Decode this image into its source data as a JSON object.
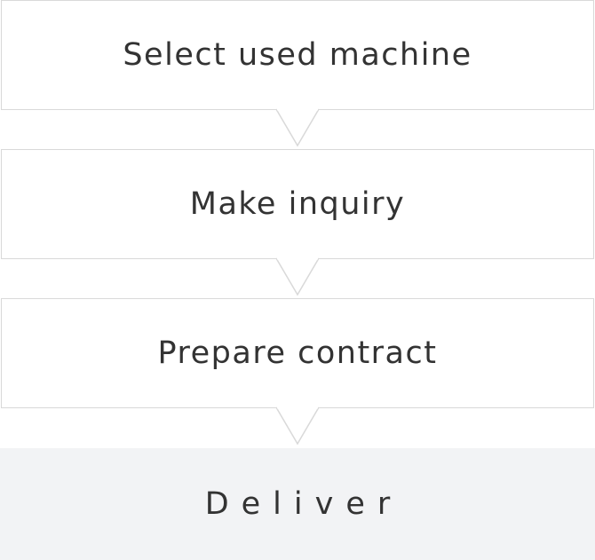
{
  "flow": {
    "steps": [
      {
        "label": "Select used machine"
      },
      {
        "label": "Make inquiry"
      },
      {
        "label": "Prepare contract"
      }
    ],
    "final_step": {
      "label": "Deliver"
    }
  },
  "colors": {
    "box_border": "#d9d9d9",
    "box_background": "#ffffff",
    "final_background": "#f2f3f5",
    "text": "#333333"
  }
}
